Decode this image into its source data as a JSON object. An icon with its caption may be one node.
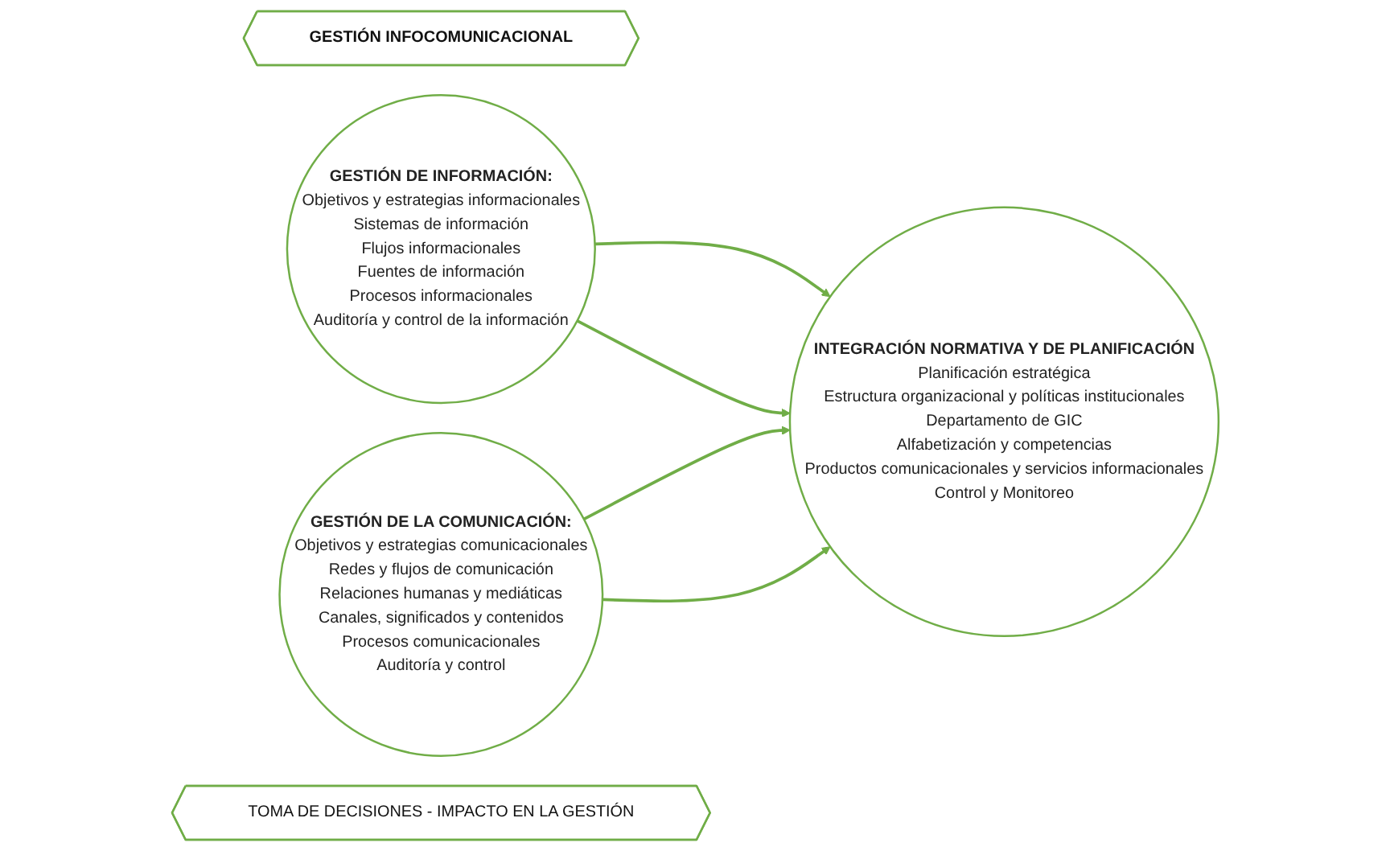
{
  "diagram": {
    "nodes": [
      {
        "text": [
          "GESTIÓN INFOCOMUNICACIONAL"
        ]
      },
      {
        "text": [
          "GESTIÓN DE INFORMACIÓN:",
          "Objetivos y estrategias informacionales",
          "Sistemas de información",
          "Flujos informacionales",
          "Fuentes de información",
          "Procesos informacionales",
          "Auditoría y control de la información"
        ]
      },
      {
        "text": [
          "INTEGRACIÓN NORMATIVA Y DE PLANIFICACIÓN",
          "Planificación estratégica",
          "Estructura organizacional y políticas institucionales",
          "Departamento de GIC",
          "Alfabetización y competencias",
          "Productos comunicacionales y servicios informacionales",
          "Control y Monitoreo"
        ]
      },
      {
        "text": [
          "GESTIÓN DE LA COMUNICACIÓN:",
          "Objetivos y estrategias comunicacionales",
          "Redes y flujos de comunicación",
          "Relaciones humanas y mediáticas",
          "Canales, significados y contenidos",
          "Procesos comunicacionales",
          "Auditoría y control"
        ]
      },
      {
        "text": [
          "TOMA DE DECISIONES - IMPACTO EN LA GESTIÓN"
        ]
      }
    ],
    "edges": [
      {
        "from": 1,
        "to": 2,
        "arrow": "to"
      },
      {
        "from": 3,
        "to": 2,
        "arrow": "to"
      },
      {
        "from": 1,
        "to": 2,
        "arrow": "to"
      },
      {
        "from": 3,
        "to": 2,
        "arrow": "to"
      }
    ]
  }
}
